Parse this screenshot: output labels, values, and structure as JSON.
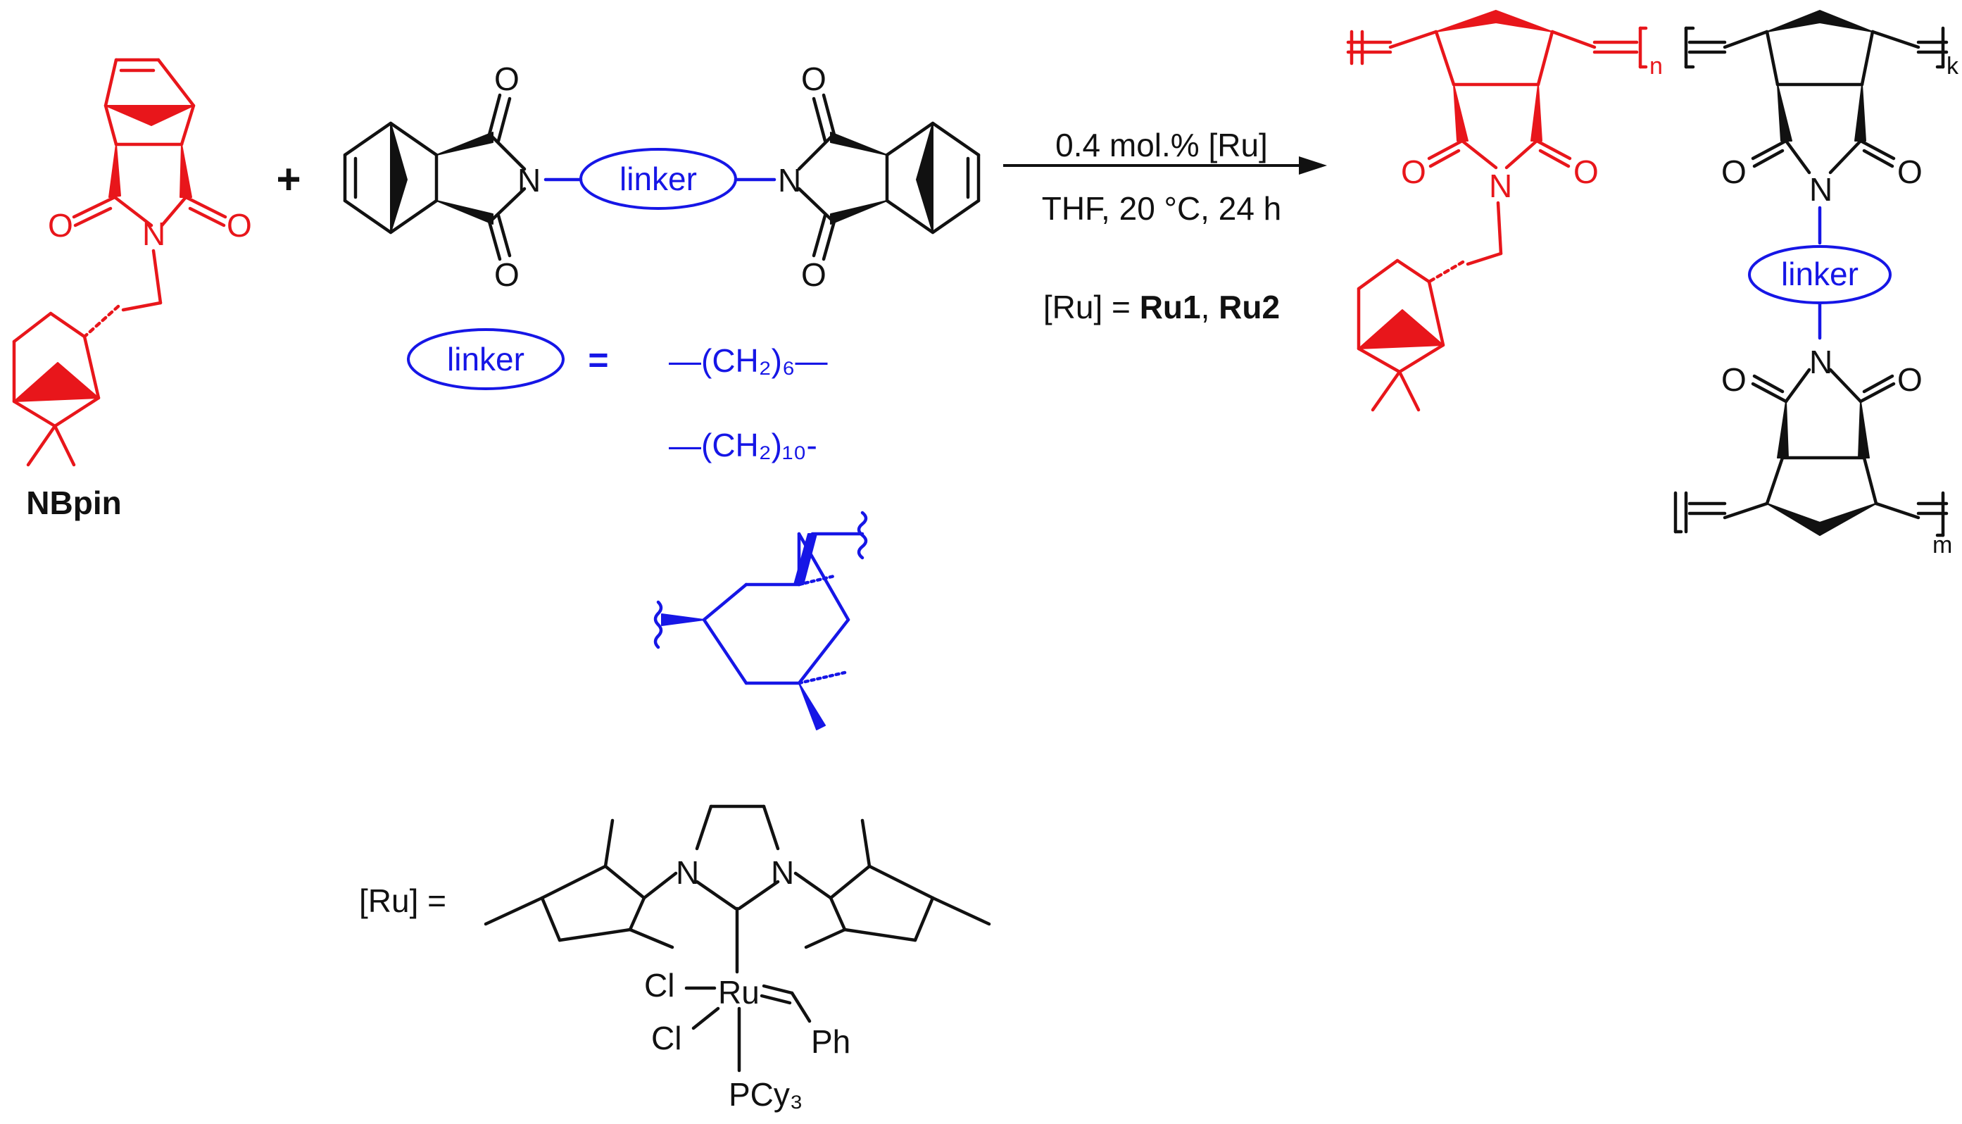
{
  "labels": {
    "nbpin": "NBpin",
    "plus": "+",
    "linker": "linker",
    "equals": "=",
    "linker_option_1": "—(CH₂)₆—",
    "linker_option_2": "—(CH₂)₁₀-",
    "conditions_line1": "0.4 mol.% [Ru]",
    "conditions_line2": "THF, 20 °C, 24 h",
    "ru_def_prefix": "[Ru] = ",
    "ru1": "Ru1",
    "ru_sep": ", ",
    "ru2": "Ru2",
    "catalyst_prefix": "[Ru] =",
    "N": "N",
    "O": "O",
    "Cl": "Cl",
    "Ru": "Ru",
    "Ph": "Ph",
    "PCy3": "PCy₃",
    "sub_n": "n",
    "sub_k": "k",
    "sub_m": "m"
  },
  "colors": {
    "monomer": "#e8161b",
    "crosslinker": "#1616e6",
    "structure": "#111111"
  }
}
